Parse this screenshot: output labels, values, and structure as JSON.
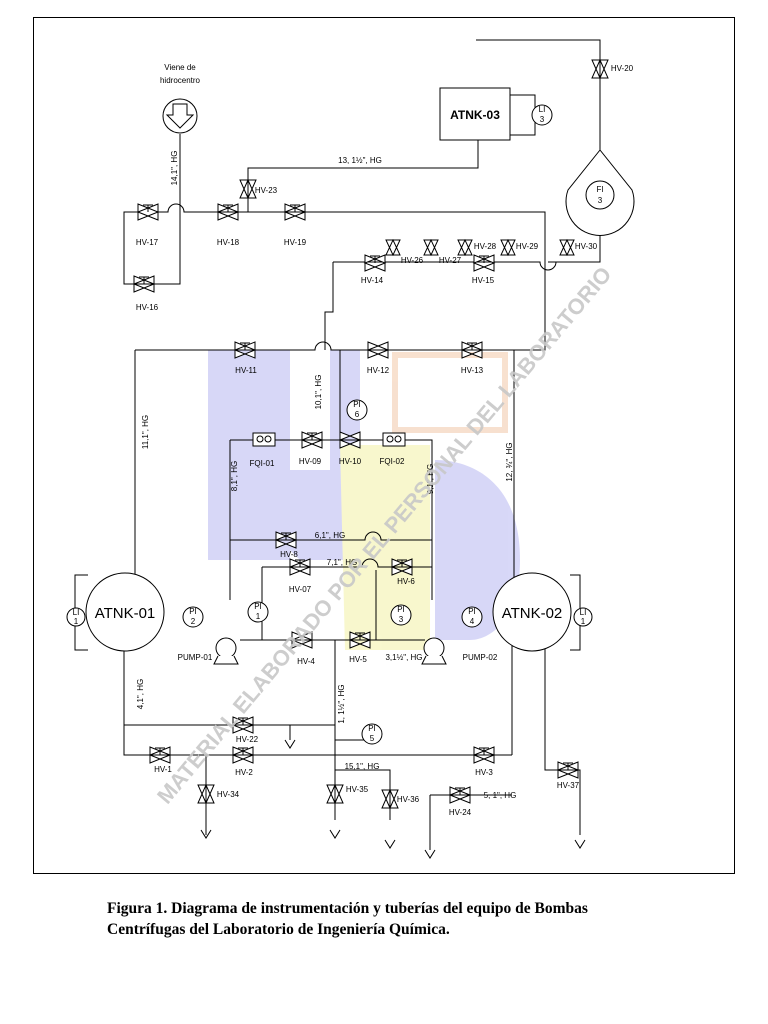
{
  "source_label": [
    "Viene de",
    "hidrocentro"
  ],
  "tanks": {
    "t1": "ATNK-01",
    "t2": "ATNK-02",
    "t3": "ATNK-03"
  },
  "pumps": {
    "p1": "PUMP-01",
    "p2": "PUMP-02"
  },
  "instruments": {
    "li1": [
      "LI",
      "1"
    ],
    "li2": [
      "LI",
      "1"
    ],
    "li3": [
      "LI",
      "3"
    ],
    "pi1": [
      "PI",
      "1"
    ],
    "pi2": [
      "PI",
      "2"
    ],
    "pi3": [
      "PI",
      "3"
    ],
    "pi4": [
      "PI",
      "4"
    ],
    "pi5": [
      "PI",
      "5"
    ],
    "pi6": [
      "PI",
      "6"
    ],
    "fi3": [
      "FI",
      "3"
    ]
  },
  "flow_meters": {
    "f1": "FQI-01",
    "f2": "FQI-02"
  },
  "valves": {
    "hv1": "HV-1",
    "hv2": "HV-2",
    "hv3": "HV-3",
    "hv4": "HV-4",
    "hv5": "HV-5",
    "hv6": "HV-6",
    "hv07": "HV-07",
    "hv8": "HV-8",
    "hv09": "HV-09",
    "hv10": "HV-10",
    "hv11": "HV-11",
    "hv12": "HV-12",
    "hv13": "HV-13",
    "hv14": "HV-14",
    "hv15": "HV-15",
    "hv16": "HV-16",
    "hv17": "HV-17",
    "hv18": "HV-18",
    "hv19": "HV-19",
    "hv20": "HV-20",
    "hv22": "HV-22",
    "hv23": "HV-23",
    "hv24": "HV-24",
    "hv26": "HV-26",
    "hv27": "HV-27",
    "hv28": "HV-28",
    "hv29": "HV-29",
    "hv30": "HV-30",
    "hv34": "HV-34",
    "hv35": "HV-35",
    "hv36": "HV-36",
    "hv37": "HV-37"
  },
  "pipe_labels": {
    "l1": "1, 1½\", HG",
    "l3": "3,1½\", HG",
    "l4": "4,1\", HG",
    "l5": "5, 1\", HG",
    "l6": "6,1\", HG",
    "l7": "7,1\", HG",
    "l8": "8,1\", HG",
    "l9": "9,1\", HG",
    "l10": "10,1\", HG",
    "l11": "11,1\", HG",
    "l12": "12, ¾\", HG",
    "l13": "13, 1½\", HG",
    "l14": "14,1\", HG",
    "l15": "15,1\", HG"
  },
  "watermark": "MATERIAL ELABORADO POR EL PERSONAL DEL LABORATORIO",
  "caption": {
    "line1": "Figura 1.  Diagrama de instrumentación y tuberías del equipo de Bombas",
    "line2": "Centrífugas del Laboratorio de Ingeniería Química."
  }
}
